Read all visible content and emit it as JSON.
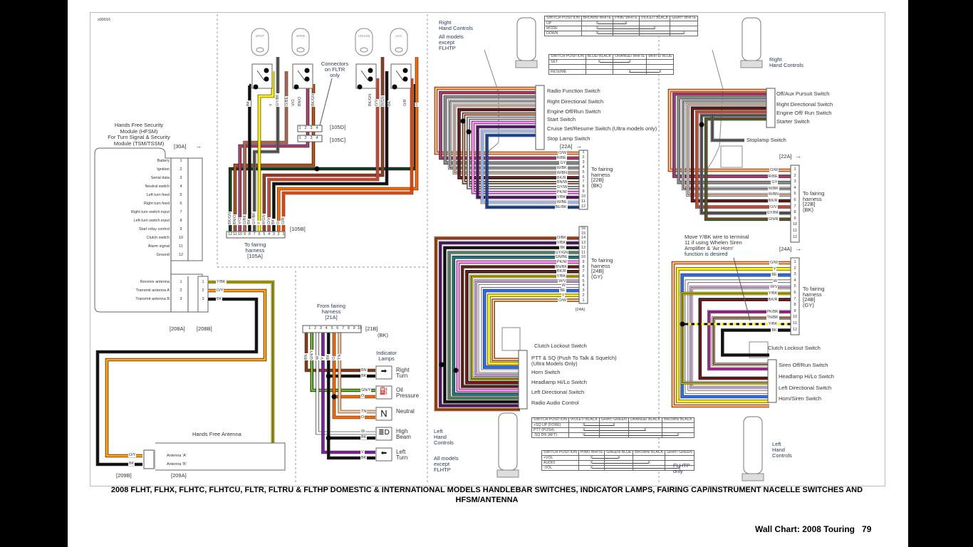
{
  "doc_ref": "s00016",
  "wire_colors": {
    "BK": "#111111",
    "W": "#ffffff",
    "R": "#e8141c",
    "O": "#ff6a00",
    "Y": "#fff200",
    "GN": "#0b7a2a",
    "BE": "#2b6cf0",
    "V": "#7d1f9e",
    "PK": "#ff3ce0",
    "BN": "#8a3a12",
    "GY": "#8c8c8c",
    "TN": "#f8c89a"
  },
  "hfsm": {
    "title": [
      "Hands Free Security",
      "Module (HFSM)",
      "For Turn Signal & Security",
      "Module (TSM/TSSM)"
    ],
    "connector": "[30A]",
    "pins": [
      "Battery",
      "Ignition",
      "Serial data",
      "Neutral switch",
      "Left turn feed",
      "Right turn feed",
      "Right turn switch input",
      "Left turn switch input",
      "Start relay control",
      "Clutch switch",
      "Alarm signal",
      "Ground"
    ],
    "antenna_pins": [
      "Receive antenna",
      "Transmit antenna A",
      "Transmit antenna B"
    ],
    "connector_208a": "[208A]",
    "connector_208b": "[208B]",
    "antenna_wires": [
      "Y/BK",
      "O/Y",
      "BK"
    ]
  },
  "antenna": {
    "title": "Hands Free Antenna",
    "pins": [
      "Antenna 'A'",
      "Antenna 'B'"
    ],
    "wires": [
      "O/Y",
      "BK"
    ],
    "connector_209b": "[209B]",
    "connector_209a": "[209A]"
  },
  "fairing_switches": {
    "switches": [
      "SPOT",
      "SPKR",
      "CRUISE",
      "ACC"
    ],
    "note": [
      "Connectors",
      "on FLTR",
      "only"
    ],
    "connector_105d": "[105D]",
    "connector_105c": "[105C]",
    "connector_105b": "[105B]",
    "harness": [
      "To fairing",
      "harness",
      "[105A]"
    ],
    "wires": [
      "BK/GN",
      "BN/O",
      "V/O",
      "O/BE",
      "BK",
      "GY/BK",
      "Y",
      "R/GN",
      "O/V",
      "BK",
      "O",
      "O/R"
    ],
    "upper_wires": [
      "BK",
      "Y",
      "GY/BK",
      "O/BE",
      "V/O",
      "BN/O",
      "BK/GN",
      "BK/GN",
      "O/V",
      "R/GN",
      "BK",
      "O/R",
      "O"
    ]
  },
  "indicator": {
    "from": [
      "From fairing",
      "harness",
      "[21A]"
    ],
    "connector_21b": [
      "[21B]",
      "(BK)"
    ],
    "title": [
      "Indicator",
      "Lamps"
    ],
    "pin_wires": [
      "BN",
      "GN/Y",
      "W",
      "V",
      "BK",
      "O",
      "TN"
    ],
    "lamps": [
      {
        "label": [
          "Right",
          "Turn"
        ],
        "icon": "right-arrow",
        "wires": [
          "BN",
          "BK"
        ]
      },
      {
        "label": [
          "Oil",
          "Pressure"
        ],
        "icon": "oil-can",
        "wires": [
          "GN/Y",
          "O"
        ]
      },
      {
        "label": [
          "Neutral"
        ],
        "icon": "N",
        "wires": [
          "TN",
          "O"
        ]
      },
      {
        "label": [
          "High",
          "Beam"
        ],
        "icon": "headlamp",
        "wires": [
          "W",
          "BK"
        ]
      },
      {
        "label": [
          "Left",
          "Turn"
        ],
        "icon": "left-arrow",
        "wires": [
          "V",
          "BK"
        ]
      }
    ]
  },
  "touring_right": {
    "title": [
      "Right",
      "Hand Controls"
    ],
    "models": [
      "All models",
      "except",
      "FLHTP"
    ],
    "switches": [
      "Radio Function Switch",
      "Right Directional Switch",
      "Engine Off/Run Switch",
      "Start Switch",
      "Cruise Set/Resume Switch (Ultra models only)",
      "Stop Lamp Switch"
    ],
    "connector_22a": "[22A]",
    "harness_22b": [
      "To fairing",
      "harness",
      "[22B]",
      "(BK)"
    ],
    "wires_22b": [
      "O/W",
      "R/BE",
      "GY",
      "W/BK",
      "W/BN",
      "BK/R",
      "BN/W",
      "GY/W",
      "PK/W",
      "V/BK",
      "W/BE",
      "BE/BK"
    ]
  },
  "touring_left": {
    "title": [
      "Left",
      "Hand",
      "Controls"
    ],
    "models": [
      "All models",
      "except",
      "FLHTP"
    ],
    "connector_24a": "[24A]",
    "harness_24b": [
      "To fairing",
      "harness",
      "[24B]",
      "(GY)"
    ],
    "pins_desc": [
      "16",
      "15",
      "14",
      "13",
      "12",
      "11",
      "10",
      "9",
      "8",
      "7",
      "6",
      "5",
      "4",
      "3",
      "2",
      "1"
    ],
    "wires_24b": [
      "",
      "",
      "O/BK",
      "V/BK",
      "BK",
      "GY/GN",
      "GN/BE",
      "PK/W",
      "BN/BK",
      "BK/R",
      "Y/BK",
      "W/V",
      "W",
      "BE",
      "Y",
      "O/W"
    ],
    "switches": [
      "Clutch Lockout Switch",
      "PTT & SQ (Push To Talk & Squelch)",
      "(Ultra Models Only)",
      "Horn Switch",
      "Headlamp Hi/Lo Switch",
      "Left Directional Switch",
      "Radio Audio Control"
    ]
  },
  "tables": [
    {
      "headers": [
        "SWITCH POSITION",
        "BROWN/ WHITE",
        "PINK/ WHITE",
        "VIOLET/ BLACK",
        "GRAY/ WHITE"
      ],
      "rows": [
        {
          "position": "UP",
          "marks": [
            "X",
            "X",
            "",
            ""
          ]
        },
        {
          "position": "MODE",
          "marks": [
            "X",
            "",
            "X",
            ""
          ]
        },
        {
          "position": "DOWN",
          "marks": [
            "X",
            "",
            "",
            "X"
          ]
        }
      ]
    },
    {
      "headers": [
        "SWITCH POSITION",
        "BLUE/ BLACK",
        "ORANGE/ WHITE",
        "WHITE/ BLUE"
      ],
      "rows": [
        {
          "position": "SET",
          "marks": [
            "X",
            "X",
            ""
          ]
        },
        {
          "position": "",
          "marks": [
            "",
            "",
            ""
          ]
        },
        {
          "position": "RESUME",
          "marks": [
            "",
            "X",
            "X"
          ]
        }
      ]
    },
    {
      "headers": [
        "SWITCH POSITION",
        "VIOLET/ BLACK",
        "GRAY/ GREEN",
        "ORANGE/ BLACK",
        "BROWN/ BLACK"
      ],
      "rows": [
        {
          "position": "+SQ UP (FORE)",
          "marks": [
            "X",
            "X",
            "",
            ""
          ]
        },
        {
          "position": "PTT (PUSH)",
          "marks": [
            "X",
            "",
            "X",
            ""
          ]
        },
        {
          "position": "-SQ DN (AFT)",
          "marks": [
            "X",
            "",
            "",
            "X"
          ]
        }
      ]
    },
    {
      "headers": [
        "SWITCH POSITION",
        "PINK/ WHITE",
        "GREEN/ BLUE",
        "BROWN/ BLACK",
        "GRAY/ GREEN"
      ],
      "rows": [
        {
          "position": "+VOL",
          "marks": [
            "X",
            "X",
            "",
            ""
          ]
        },
        {
          "position": "AUDIO",
          "marks": [
            "X",
            "",
            "X",
            ""
          ]
        },
        {
          "position": "-VOL",
          "marks": [
            "X",
            "",
            "",
            "X"
          ]
        }
      ]
    }
  ],
  "flhtp_right": {
    "title": [
      "Right",
      "Hand Controls"
    ],
    "switches": [
      "Off/Aux Pursuit Switch",
      "Right Directional Switch",
      "Engine Off/ Run Switch",
      "Starter Switch",
      "Stoplamp Switch"
    ],
    "connector_22a": "[22A]",
    "harness_22b": [
      "To fairing",
      "harness",
      "[22B]",
      "(BK)"
    ],
    "wires_22b": [
      "O/W",
      "R/BE",
      "GY",
      "W/BK",
      "W/BN",
      "BK/R",
      "O/V",
      "GY/BK",
      "GN/R",
      "",
      "",
      ""
    ]
  },
  "flhtp_left": {
    "note": [
      "Move Y/BK wire to terminal",
      "11 if using Whelen Siren",
      "Amplifier & 'Air Horn'",
      "function is desired"
    ],
    "connector_24a": "[24A]",
    "harness_24b": [
      "To fairing",
      "harness",
      "[24B]",
      "(GY)"
    ],
    "wires_24b": [
      "O/W",
      "Y",
      "BE",
      "W",
      "W/V",
      "Y/BK",
      "BK/R",
      "",
      "PK/BK",
      "TN/BK",
      "Y/BK",
      "BK"
    ],
    "switches": [
      "Clutch Lockout Switch",
      "Siren Off/Run Switch",
      "Headlamp Hi/Lo Switch",
      "Left Directional Switch",
      "Horn/Siren Switch"
    ],
    "title": [
      "Left",
      "Hand",
      "Controls"
    ],
    "models": [
      "FLHTP",
      "only"
    ]
  },
  "caption": "2008 FLHT, FLHX, FLHTC, FLHTCU, FLTR, FLTRU & FLTHP DOMESTIC & INTERNATIONAL MODELS HANDLEBAR SWITCHES, INDICATOR LAMPS, FAIRING CAP/INSTRUMENT NACELLE SWITCHES AND HFSM/ANTENNA",
  "footer": {
    "title": "Wall Chart:  2008 Touring",
    "page": "79"
  }
}
